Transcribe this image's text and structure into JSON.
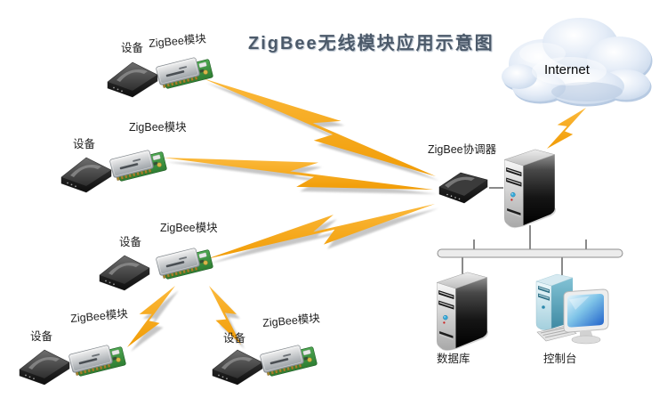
{
  "title": "ZigBee无线模块应用示意图",
  "groups": {
    "top_left": {
      "device": "设备",
      "module": "ZigBee模块"
    },
    "mid_left": {
      "device": "设备",
      "module": "ZigBee模块"
    },
    "center": {
      "device": "设备",
      "module": "ZigBee模块"
    },
    "bottom_left": {
      "device": "设备",
      "module": "ZigBee模块"
    },
    "bottom_middle": {
      "device": "设备",
      "module": "ZigBee模块"
    }
  },
  "coordinator_label": "ZigBee协调器",
  "internet_label": "Internet",
  "database_label": "数据库",
  "console_label": "控制台",
  "colors": {
    "lightning": "#F6A41F",
    "cloud_fill": "#D9E4F2",
    "title_text": "#4C5A6A"
  }
}
